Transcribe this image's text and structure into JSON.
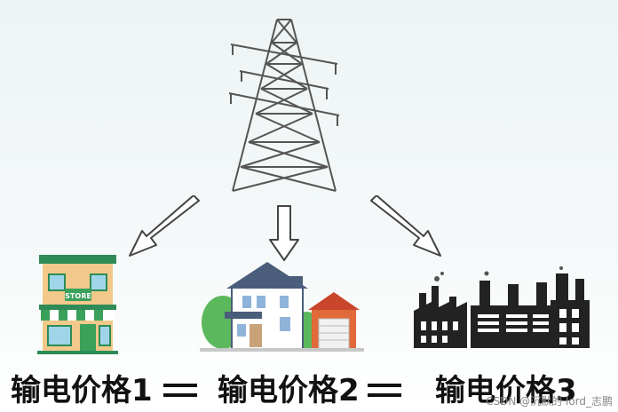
{
  "diagram": {
    "source": {
      "icon": "power-transmission-tower-icon"
    },
    "consumers": [
      {
        "icon": "store-icon",
        "price_label": "输电价格1"
      },
      {
        "icon": "house-icon",
        "price_label": "输电价格2"
      },
      {
        "icon": "factory-icon",
        "price_label": "输电价格3"
      }
    ],
    "equals_symbol": "="
  },
  "watermark": "CSDN @沉默的 lord_志鹏"
}
